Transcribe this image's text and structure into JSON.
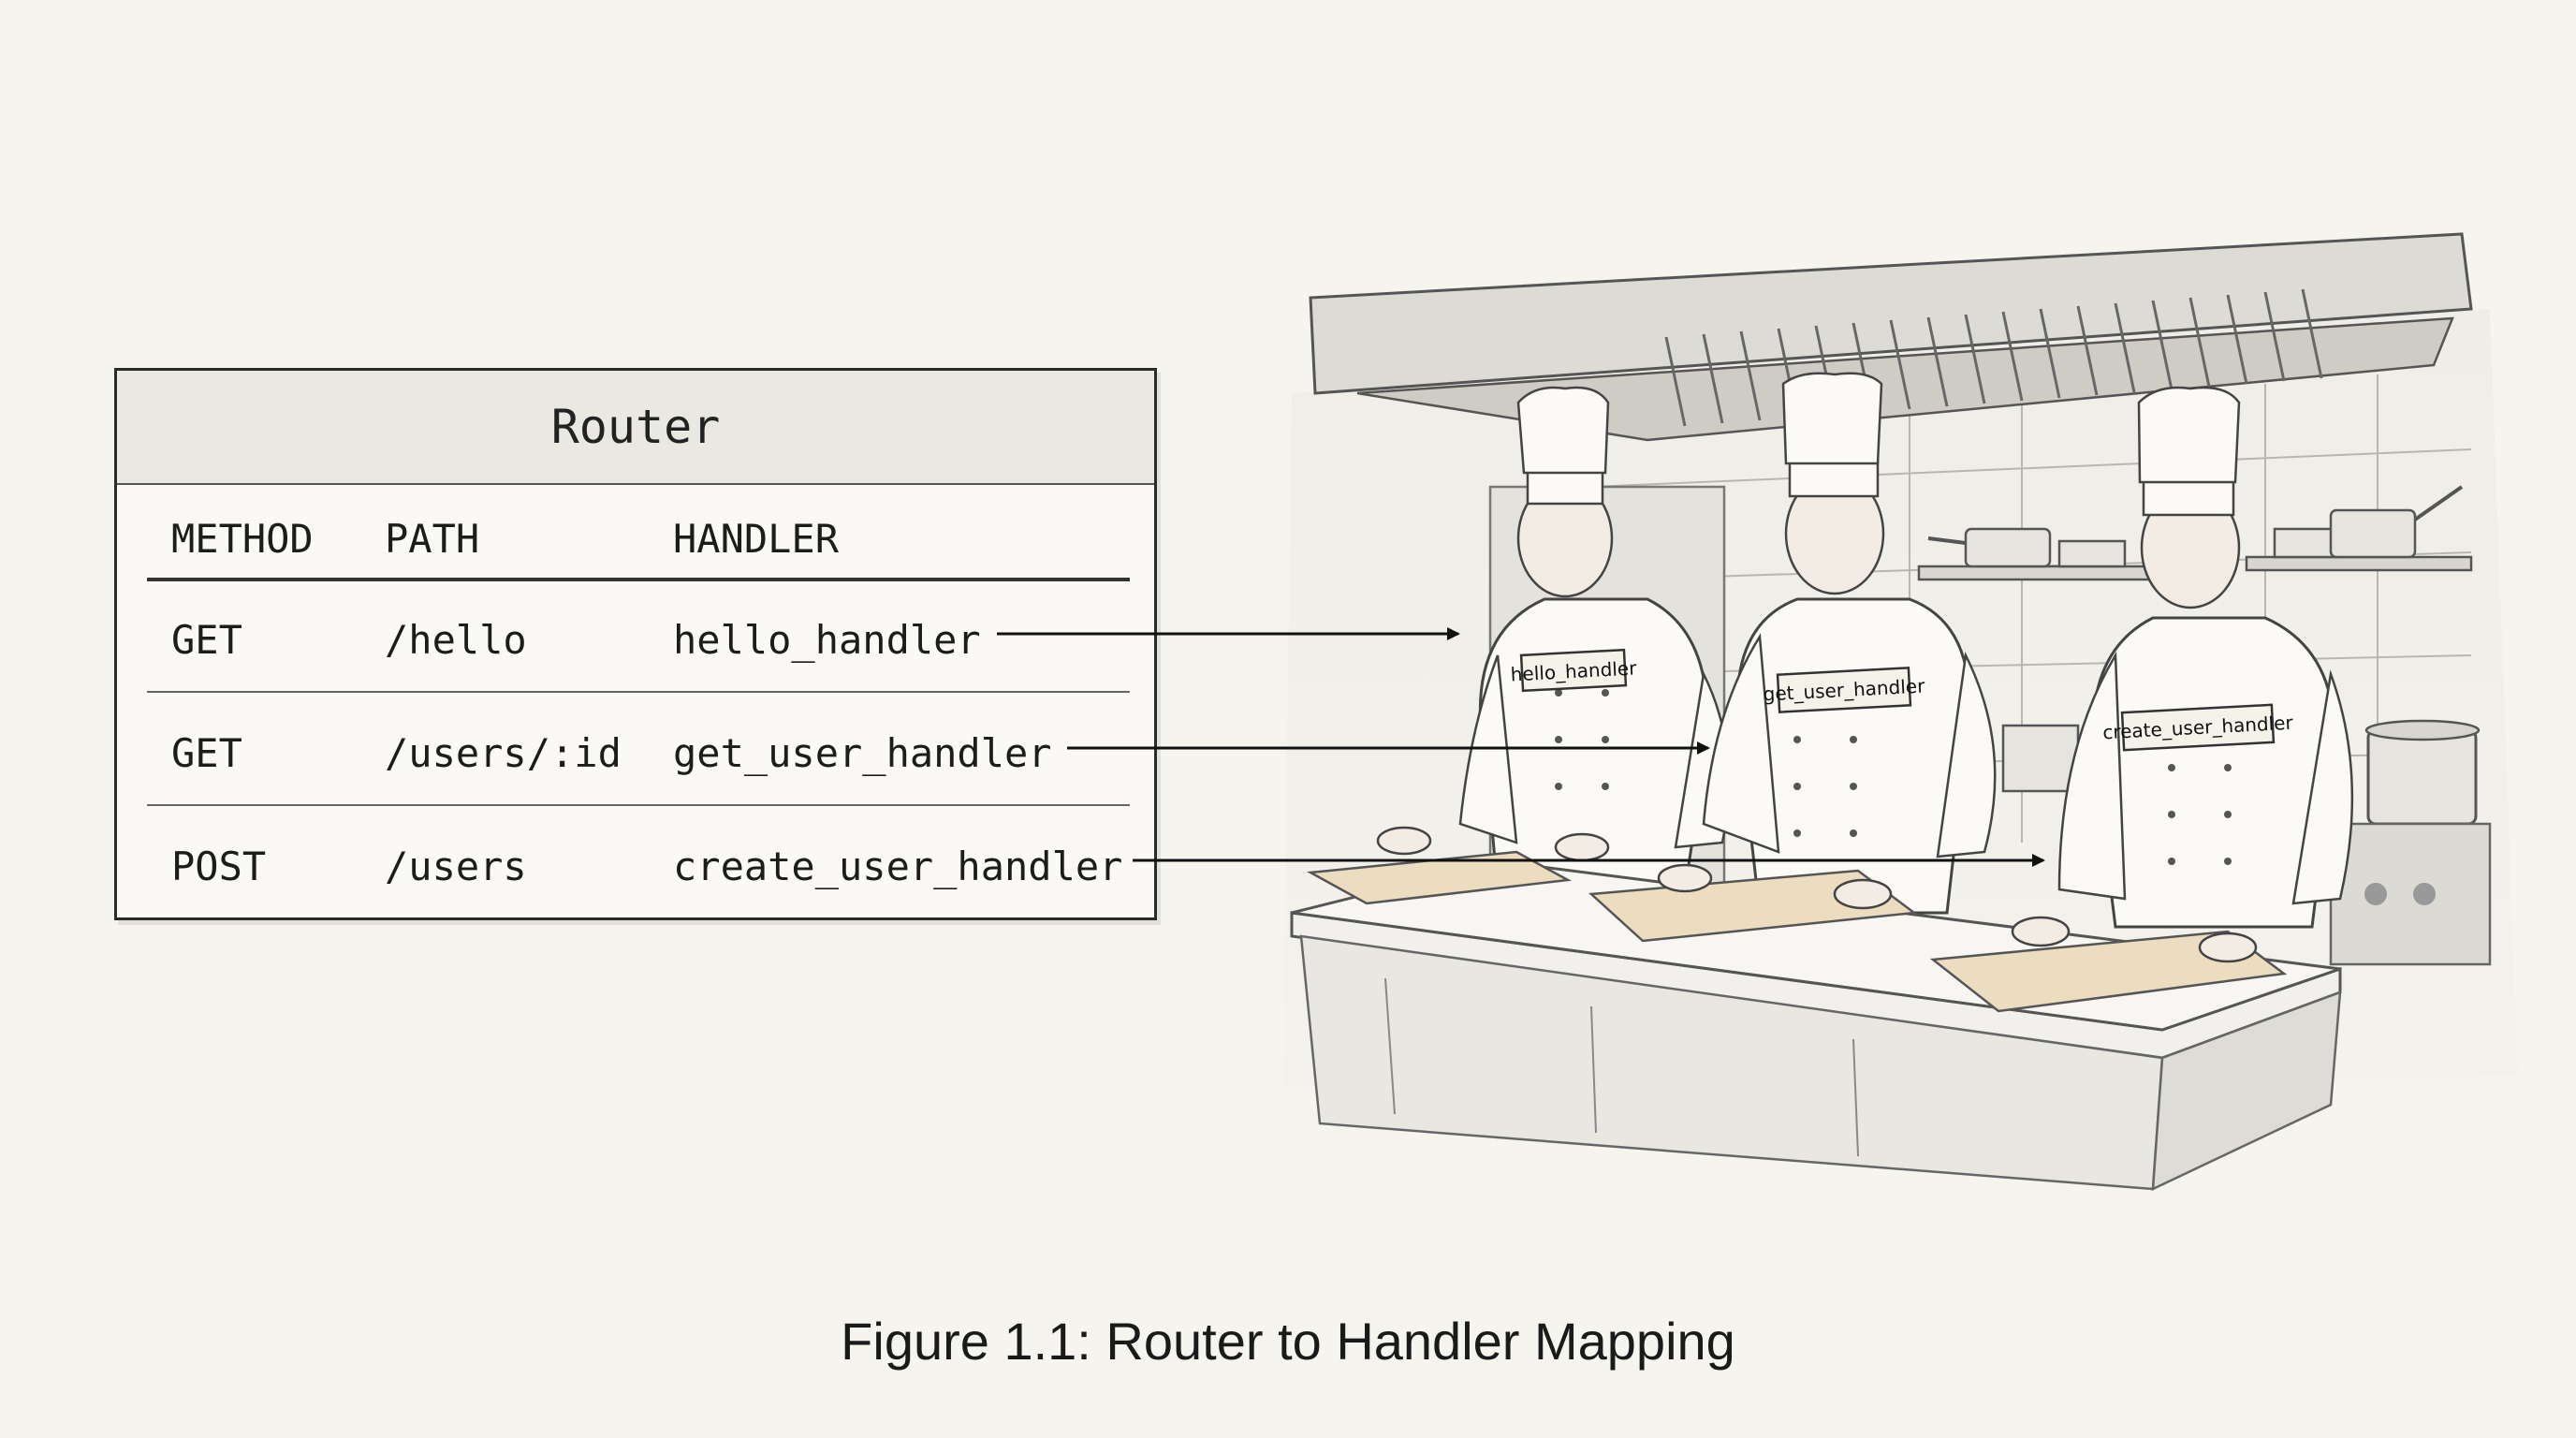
{
  "router": {
    "title": "Router",
    "columns": [
      "METHOD",
      "PATH",
      "HANDLER"
    ],
    "rows": [
      {
        "method": "GET",
        "path": "/hello",
        "handler": "hello_handler"
      },
      {
        "method": "GET",
        "path": "/users/:id",
        "handler": "get_user_handler"
      },
      {
        "method": "POST",
        "path": "/users",
        "handler": "create_user_handler"
      }
    ]
  },
  "chefs": [
    {
      "badge": "hello_handler"
    },
    {
      "badge": "get_user_handler"
    },
    {
      "badge": "create_user_handler"
    }
  ],
  "caption": "Figure 1.1: Router to Handler Mapping",
  "colors": {
    "background": "#f6f4ee",
    "ink": "#1c1c1c",
    "board": "#ecdcc0"
  }
}
